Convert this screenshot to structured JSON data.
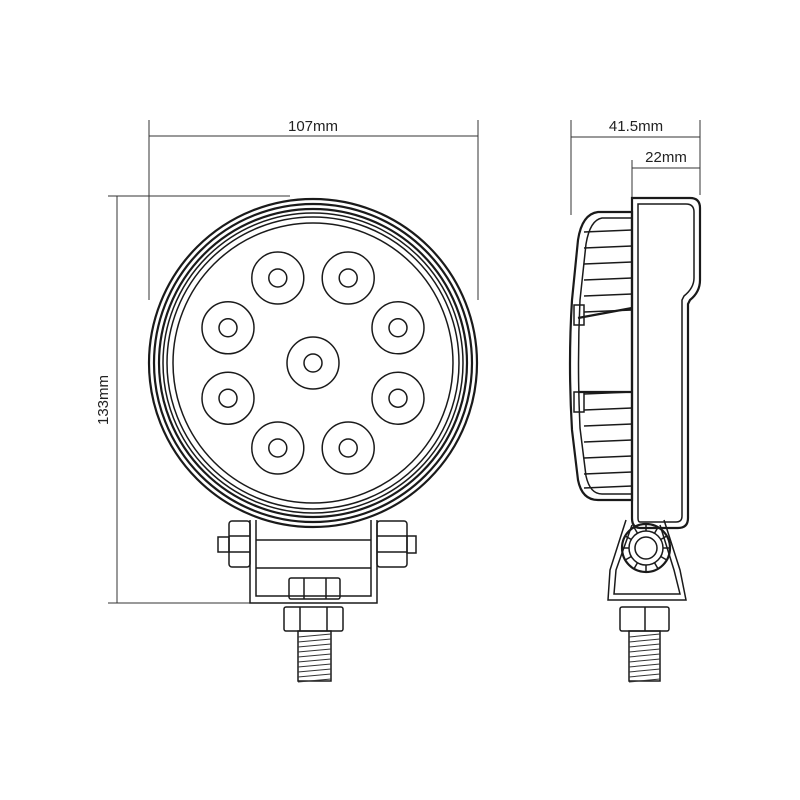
{
  "dimensions": {
    "width": "107mm",
    "height": "133mm",
    "depth_total": "41.5mm",
    "depth_housing": "22mm"
  },
  "led_count": 9,
  "colors": {
    "line": "#1a1a1a",
    "background": "#ffffff"
  }
}
